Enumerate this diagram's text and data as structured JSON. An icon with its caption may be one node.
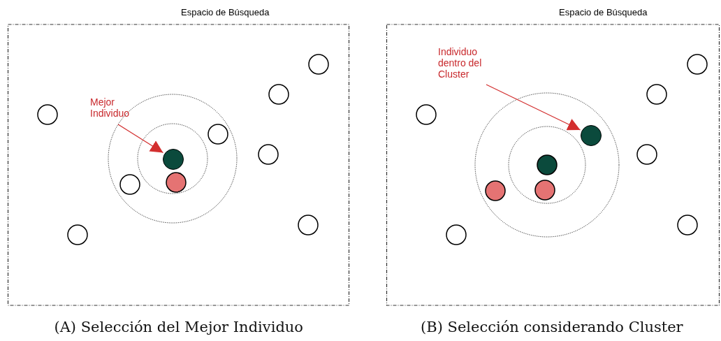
{
  "diagram": {
    "nodes": [
      {
        "text": [
          "Espacio de Búsqueda"
        ]
      },
      {
        "text": [
          "Mejor Individuo"
        ],
        "in": 0
      },
      {
        "text": [],
        "shape": "circle",
        "in": 0
      },
      {
        "text": [
          "Espacio de Búsqueda"
        ]
      },
      {
        "text": [
          "Individuo dentro del Cluster"
        ],
        "in": 3
      },
      {
        "text": [],
        "shape": "circle",
        "in": 3
      }
    ],
    "edges": [
      {
        "from": 1,
        "to": 2,
        "arrow": "to"
      },
      {
        "from": 4,
        "to": 5,
        "arrow": "to"
      }
    ],
    "labels": [
      "(A) Selección del Mejor Individuo",
      "(B) Selección considerando Cluster"
    ]
  }
}
